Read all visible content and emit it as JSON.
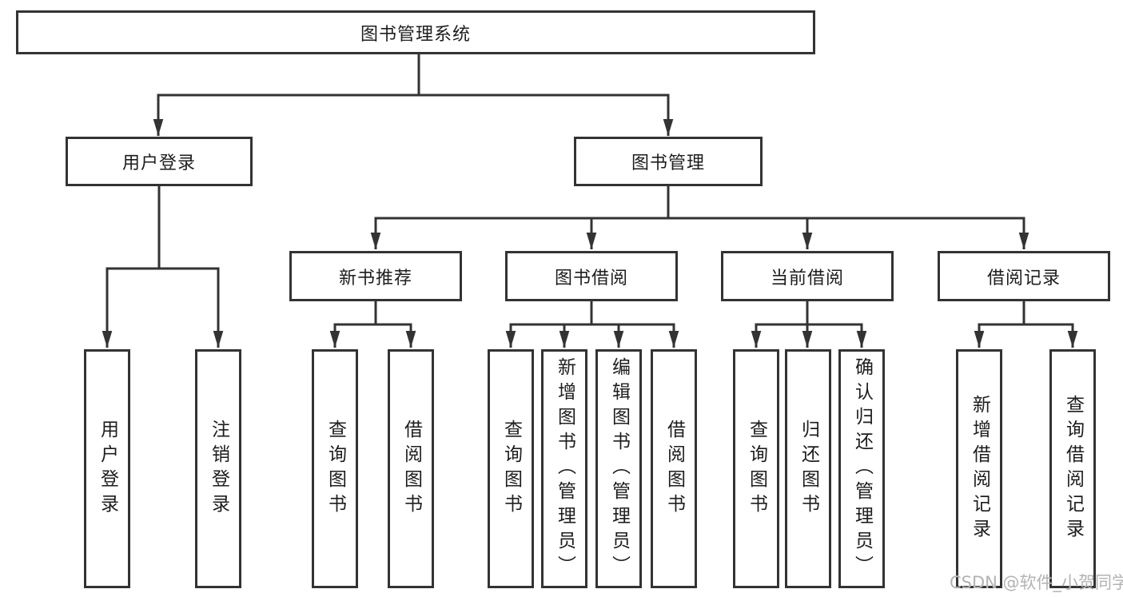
{
  "colors": {
    "line": "#333333",
    "text": "#1d1d1d",
    "background": "#ffffff",
    "watermark_gray": "#b3b3b3"
  },
  "diagram": {
    "root": {
      "label": "图书管理系统"
    },
    "branches": {
      "login": {
        "label": "用户登录"
      },
      "management": {
        "label": "图书管理"
      }
    },
    "modules": {
      "recommend": {
        "label": "新书推荐"
      },
      "borrow": {
        "label": "图书借阅"
      },
      "current": {
        "label": "当前借阅"
      },
      "records": {
        "label": "借阅记录"
      }
    },
    "leaves": {
      "login": [
        "用户登录",
        "注销登录"
      ],
      "recommend": [
        "查询图书",
        "借阅图书"
      ],
      "borrow": [
        "查询图书",
        "新增图书（管理员）",
        "编辑图书（管理员）",
        "借阅图书"
      ],
      "current": [
        "查询图书",
        "归还图书",
        "确认归还（管理员）"
      ],
      "records": [
        "新增借阅记录",
        "查询借阅记录"
      ]
    }
  },
  "watermark": {
    "text": "CSDN @软件_小贺同学"
  }
}
